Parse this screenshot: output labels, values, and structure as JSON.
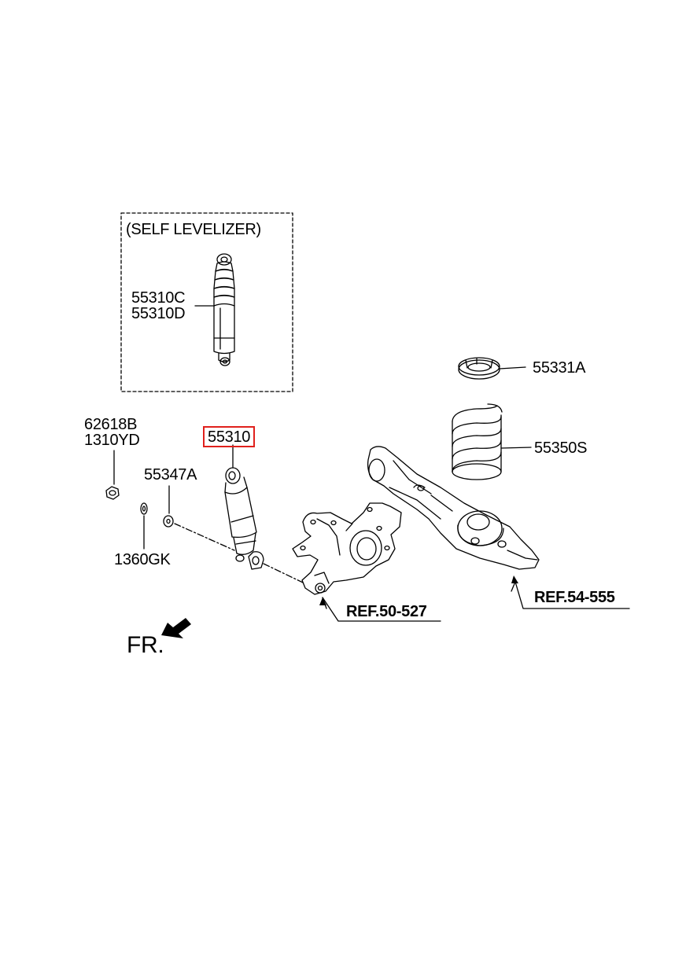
{
  "diagram": {
    "group_title": "(SELF LEVELIZER)",
    "highlight_color": "#e0201c",
    "parts": {
      "self_levelizer_c": "55310C",
      "self_levelizer_d": "55310D",
      "spring_pad": "55331A",
      "coil_spring": "55350S",
      "nut": "62618B",
      "nut_alt": "1310YD",
      "washer_a": "55347A",
      "washer_gk": "1360GK",
      "shock_absorber": "55310"
    },
    "refs": {
      "knuckle": "REF.50-527",
      "lower_arm": "REF.54-555"
    },
    "direction": "FR."
  }
}
